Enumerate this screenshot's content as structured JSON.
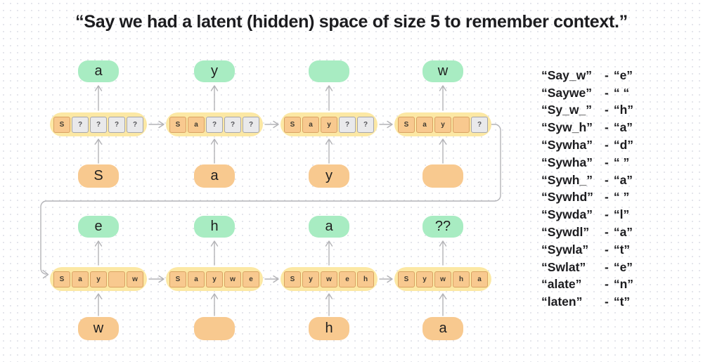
{
  "title": "“Say we had a latent (hidden) space of size 5 to remember context.”",
  "colors": {
    "output_bubble": "#a8ecc2",
    "input_bubble": "#f8c98f",
    "capsule": "#fce8a4",
    "filled_box": "#f8c98f",
    "filled_box_border": "#d9a262",
    "empty_box": "#e9e9eb",
    "empty_box_border": "#a6a6aa",
    "arrow": "#b3b3b7",
    "text": "#1c1c1f"
  },
  "rows": [
    {
      "cells": [
        {
          "output": "a",
          "input": "S",
          "boxes": [
            {
              "t": "S",
              "f": true
            },
            {
              "t": "?",
              "f": false
            },
            {
              "t": "?",
              "f": false
            },
            {
              "t": "?",
              "f": false
            },
            {
              "t": "?",
              "f": false
            }
          ]
        },
        {
          "output": "y",
          "input": "a",
          "boxes": [
            {
              "t": "S",
              "f": true
            },
            {
              "t": "a",
              "f": true
            },
            {
              "t": "?",
              "f": false
            },
            {
              "t": "?",
              "f": false
            },
            {
              "t": "?",
              "f": false
            }
          ]
        },
        {
          "output": "",
          "input": "y",
          "boxes": [
            {
              "t": "S",
              "f": true
            },
            {
              "t": "a",
              "f": true
            },
            {
              "t": "y",
              "f": true
            },
            {
              "t": "?",
              "f": false
            },
            {
              "t": "?",
              "f": false
            }
          ]
        },
        {
          "output": "w",
          "input": "",
          "boxes": [
            {
              "t": "S",
              "f": true
            },
            {
              "t": "a",
              "f": true
            },
            {
              "t": "y",
              "f": true
            },
            {
              "t": "",
              "f": true
            },
            {
              "t": "?",
              "f": false
            }
          ]
        }
      ]
    },
    {
      "cells": [
        {
          "output": "e",
          "input": "w",
          "boxes": [
            {
              "t": "S",
              "f": true
            },
            {
              "t": "a",
              "f": true
            },
            {
              "t": "y",
              "f": true
            },
            {
              "t": "",
              "f": true
            },
            {
              "t": "w",
              "f": true
            }
          ]
        },
        {
          "output": "h",
          "input": "",
          "boxes": [
            {
              "t": "S",
              "f": true
            },
            {
              "t": "a",
              "f": true
            },
            {
              "t": "y",
              "f": true
            },
            {
              "t": "w",
              "f": true
            },
            {
              "t": "e",
              "f": true
            }
          ]
        },
        {
          "output": "a",
          "input": "h",
          "boxes": [
            {
              "t": "S",
              "f": true
            },
            {
              "t": "y",
              "f": true
            },
            {
              "t": "w",
              "f": true
            },
            {
              "t": "e",
              "f": true
            },
            {
              "t": "h",
              "f": true
            }
          ]
        },
        {
          "output": "??",
          "input": "a",
          "boxes": [
            {
              "t": "S",
              "f": true
            },
            {
              "t": "y",
              "f": true
            },
            {
              "t": "w",
              "f": true
            },
            {
              "t": "h",
              "f": true
            },
            {
              "t": "a",
              "f": true
            }
          ]
        }
      ]
    }
  ],
  "separator": "-",
  "mappings": [
    {
      "key": "“Say_w”",
      "value": "“e”"
    },
    {
      "key": "“Saywe”",
      "value": "“ “"
    },
    {
      "key": "“Sy_w_”",
      "value": "“h”"
    },
    {
      "key": "“Syw_h”",
      "value": "“a”"
    },
    {
      "key": "“Sywha”",
      "value": "“d”"
    },
    {
      "key": "“Sywha”",
      "value": "“ ”"
    },
    {
      "key": "“Sywh_”",
      "value": "“a”"
    },
    {
      "key": "“Sywhd”",
      "value": "“ ”"
    },
    {
      "key": "“Sywda”",
      "value": "“l”"
    },
    {
      "key": "“Sywdl”",
      "value": "“a”"
    },
    {
      "key": "“Sywla”",
      "value": "“t”"
    },
    {
      "key": "“Swlat”",
      "value": "“e”"
    },
    {
      "key": "“alate”",
      "value": "“n”"
    },
    {
      "key": "“laten”",
      "value": "“t”"
    }
  ]
}
